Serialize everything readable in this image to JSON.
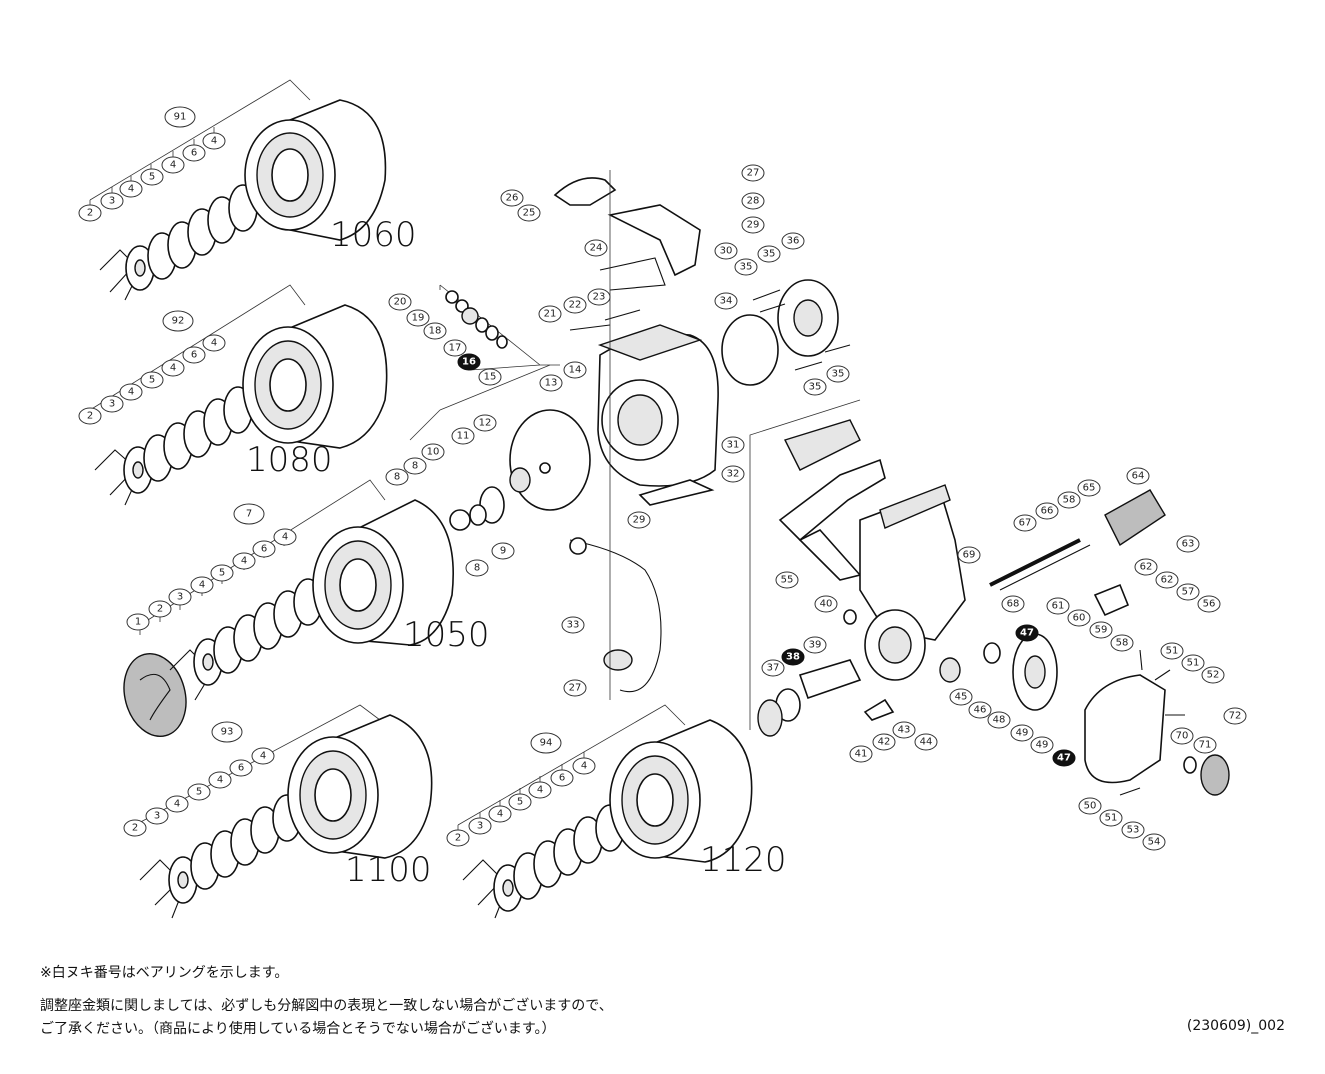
{
  "models": {
    "m1060": "1060",
    "m1080": "1080",
    "m1050": "1050",
    "m1100": "1100",
    "m1120": "1120"
  },
  "spool_kits": {
    "k91": "91",
    "k92": "92",
    "k7": "7",
    "k93": "93",
    "k94": "94"
  },
  "part_numbers": [
    "1",
    "2",
    "3",
    "4",
    "5",
    "6",
    "8",
    "9",
    "10",
    "11",
    "12",
    "13",
    "14",
    "15",
    "16",
    "17",
    "18",
    "19",
    "20",
    "21",
    "22",
    "23",
    "24",
    "25",
    "26",
    "27",
    "28",
    "29",
    "30",
    "31",
    "32",
    "33",
    "34",
    "35",
    "36",
    "37",
    "38",
    "39",
    "40",
    "41",
    "42",
    "43",
    "44",
    "45",
    "46",
    "47",
    "48",
    "49",
    "50",
    "51",
    "52",
    "53",
    "54",
    "55",
    "56",
    "57",
    "58",
    "59",
    "60",
    "61",
    "62",
    "63",
    "64",
    "65",
    "66",
    "67",
    "68",
    "69",
    "70",
    "71",
    "72"
  ],
  "bearing_parts": [
    "16",
    "38",
    "47"
  ],
  "notes": {
    "bearing": "※白ヌキ番号はベアリングを示します。",
    "adjust_line1": "調整座金類に関しましては、必ずしも分解図中の表現と一致しない場合がございますので、",
    "adjust_line2": "ご了承ください。（商品により使用している場合とそうでない場合がございます。）"
  },
  "document_code": "(230609)_002"
}
